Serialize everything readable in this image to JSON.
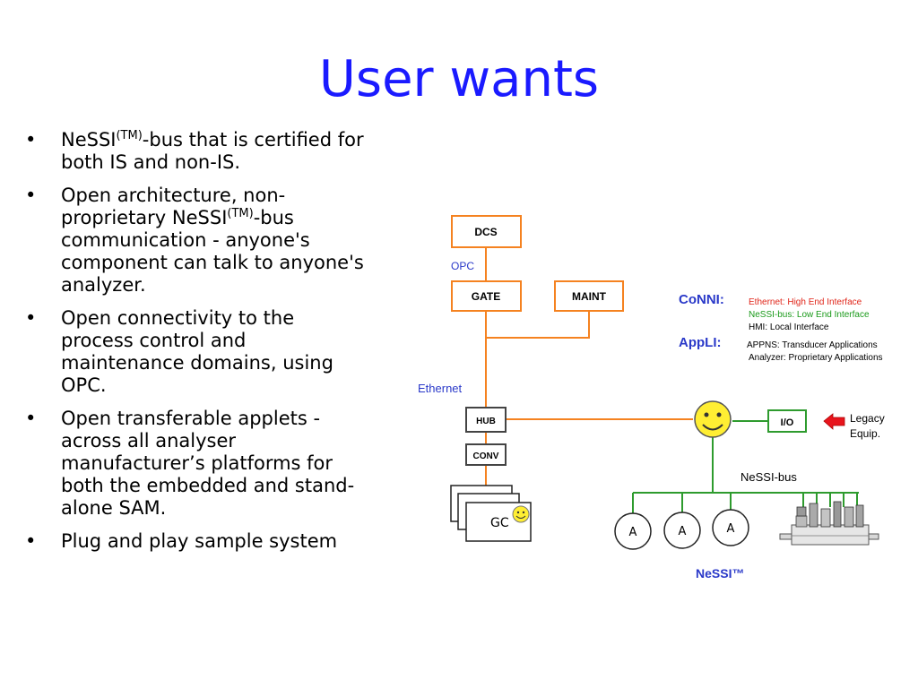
{
  "slide": {
    "title": "User wants"
  },
  "bullets": [
    {
      "pre": "NeSSI",
      "sup": "(TM)",
      "post": "-bus that is certified for both IS and non-IS."
    },
    {
      "pre": "Open architecture, non-proprietary NeSSI",
      "sup": "(TM)",
      "post": "-bus communication - anyone's component can talk to anyone's analyzer."
    },
    {
      "pre": "Open connectivity to the process control and maintenance domains, using OPC.",
      "sup": "",
      "post": ""
    },
    {
      "pre": "Open transferable applets - across all analyser manufacturer’s platforms for both the embedded and stand-alone SAM.",
      "sup": "",
      "post": ""
    },
    {
      "pre": "Plug and play sample system",
      "sup": "",
      "post": ""
    }
  ],
  "bullet_symbol": "•",
  "diagram": {
    "boxes": {
      "dcs": "DCS",
      "gate": "GATE",
      "maint": "MAINT",
      "hub": "HUB",
      "conv": "CONV",
      "io": "I/O",
      "gc": "GC"
    },
    "labels": {
      "opc": "OPC",
      "ethernet": "Ethernet",
      "nessi_bus": "NeSSI-bus",
      "nessi_tm": "NeSSI™",
      "legacy_1": "Legacy",
      "legacy_2": "Equip."
    },
    "analyzers": [
      "A",
      "A",
      "A"
    ],
    "conni": {
      "title": "CoNNI:",
      "lines": [
        "Ethernet: High End Interface",
        "NeSSI-bus: Low End Interface",
        "HMI: Local Interface"
      ]
    },
    "appli": {
      "title": "AppLI:",
      "lines": [
        "APPNS: Transducer Applications",
        "Analyzer: Proprietary Applications"
      ]
    }
  },
  "colors": {
    "title": "#1a1aff",
    "orange_line": "#f58220",
    "green_line": "#2e9b2e",
    "label_blue": "#2a39c9",
    "conni_red": "#e0261a",
    "conni_green": "#1a9a1a",
    "smiley": "#ffee33",
    "arrow_red": "#e8141c"
  },
  "icons": {
    "smiley": "smiley-face-icon",
    "arrow": "left-arrow-icon",
    "manifold": "nessi-manifold-icon"
  }
}
